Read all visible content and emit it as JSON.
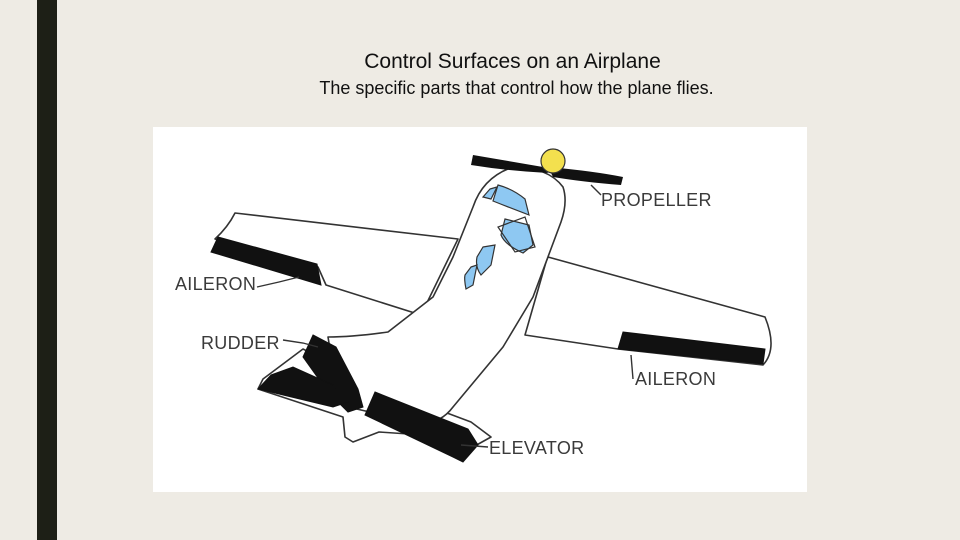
{
  "slide": {
    "title": "Control Surfaces on an Airplane",
    "subtitle": "The specific parts that control how the plane flies."
  },
  "diagram": {
    "labels": {
      "propeller": "PROPELLER",
      "aileron_left": "AILERON",
      "rudder": "RUDDER",
      "aileron_right": "AILERON",
      "elevator": "ELEVATOR"
    },
    "colors": {
      "background": "#eeebe4",
      "accent_bar": "#1d1f16",
      "window": "#8ec8f2",
      "spinner": "#f3e04e",
      "control_surface": "#111111",
      "outline": "#333333"
    }
  }
}
